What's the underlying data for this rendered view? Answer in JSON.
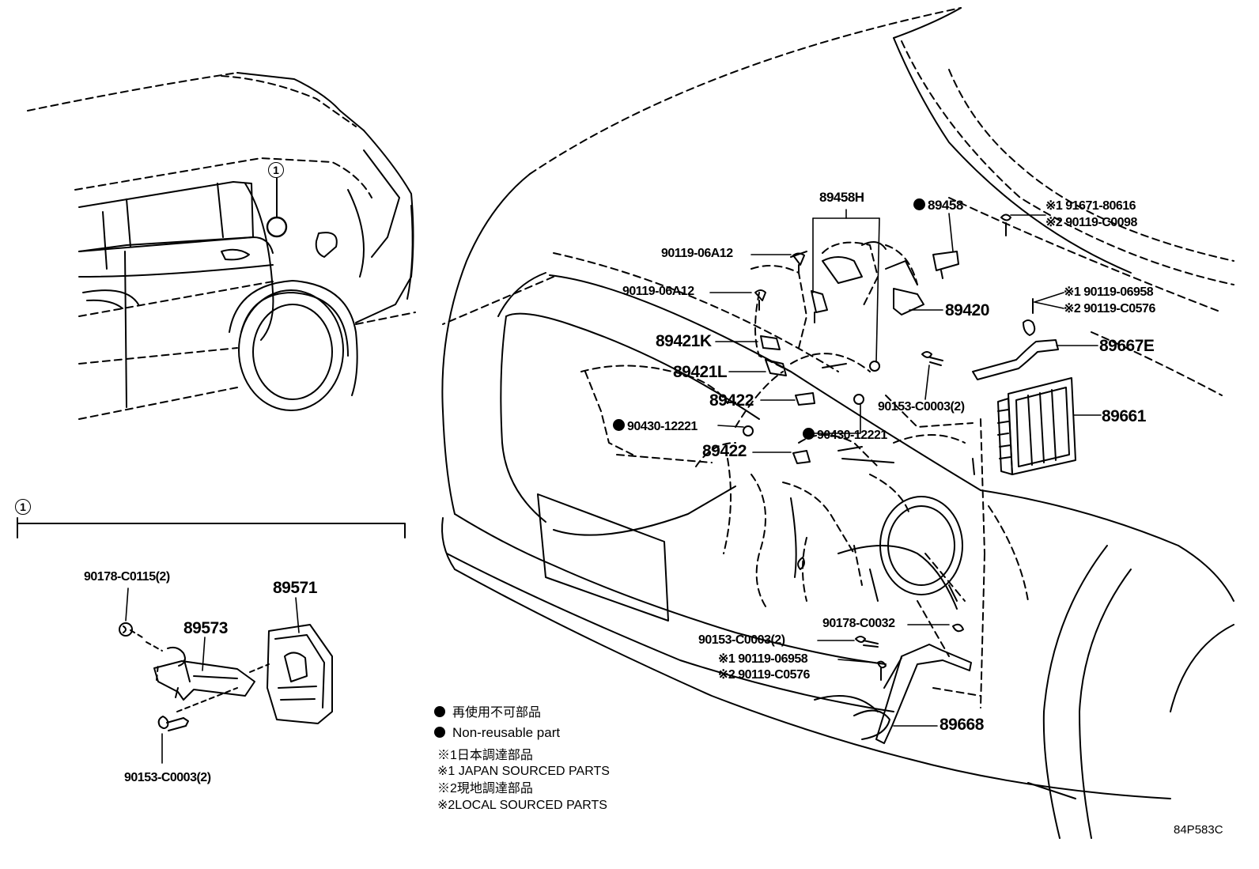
{
  "labels": {
    "p89458H": "89458H",
    "p89458": "89458",
    "p91671": "※1 91671-80616",
    "p90119c0098": "※2 90119-C0098",
    "p06a12a": "90119-06A12",
    "p06a12b": "90119-06A12",
    "p89421K": "89421K",
    "p89421L": "89421L",
    "p89420": "89420",
    "p06958a": "※1 90119-06958",
    "pc0576a": "※2 90119-C0576",
    "p89667E": "89667E",
    "p89422a": "89422",
    "p90153a": "90153-C0003(2)",
    "p89661": "89661",
    "p90430a": "90430-12221",
    "p90430b": "90430-12221",
    "p89422b": "89422",
    "p90178c0032": "90178-C0032",
    "p90153b": "90153-C0003(2)",
    "p06958b": "※1 90119-06958",
    "pc0576b": "※2 90119-C0576",
    "p89668": "89668",
    "p90178c0115": "90178-C0115(2)",
    "p89571": "89571",
    "p89573": "89573",
    "p90153c": "90153-C0003(2)"
  },
  "callouts": {
    "detail_marker": "1",
    "detail_header": "1"
  },
  "legend": {
    "line1": "再使用不可部品",
    "line2": "Non-reusable part",
    "line3": "※1日本調達部品",
    "line4": "※1 JAPAN SOURCED PARTS",
    "line5": "※2現地調達部品",
    "line6": "※2LOCAL SOURCED PARTS"
  },
  "figure_code": "84P583C",
  "non_reusable_marker": "filled-circle-icon"
}
